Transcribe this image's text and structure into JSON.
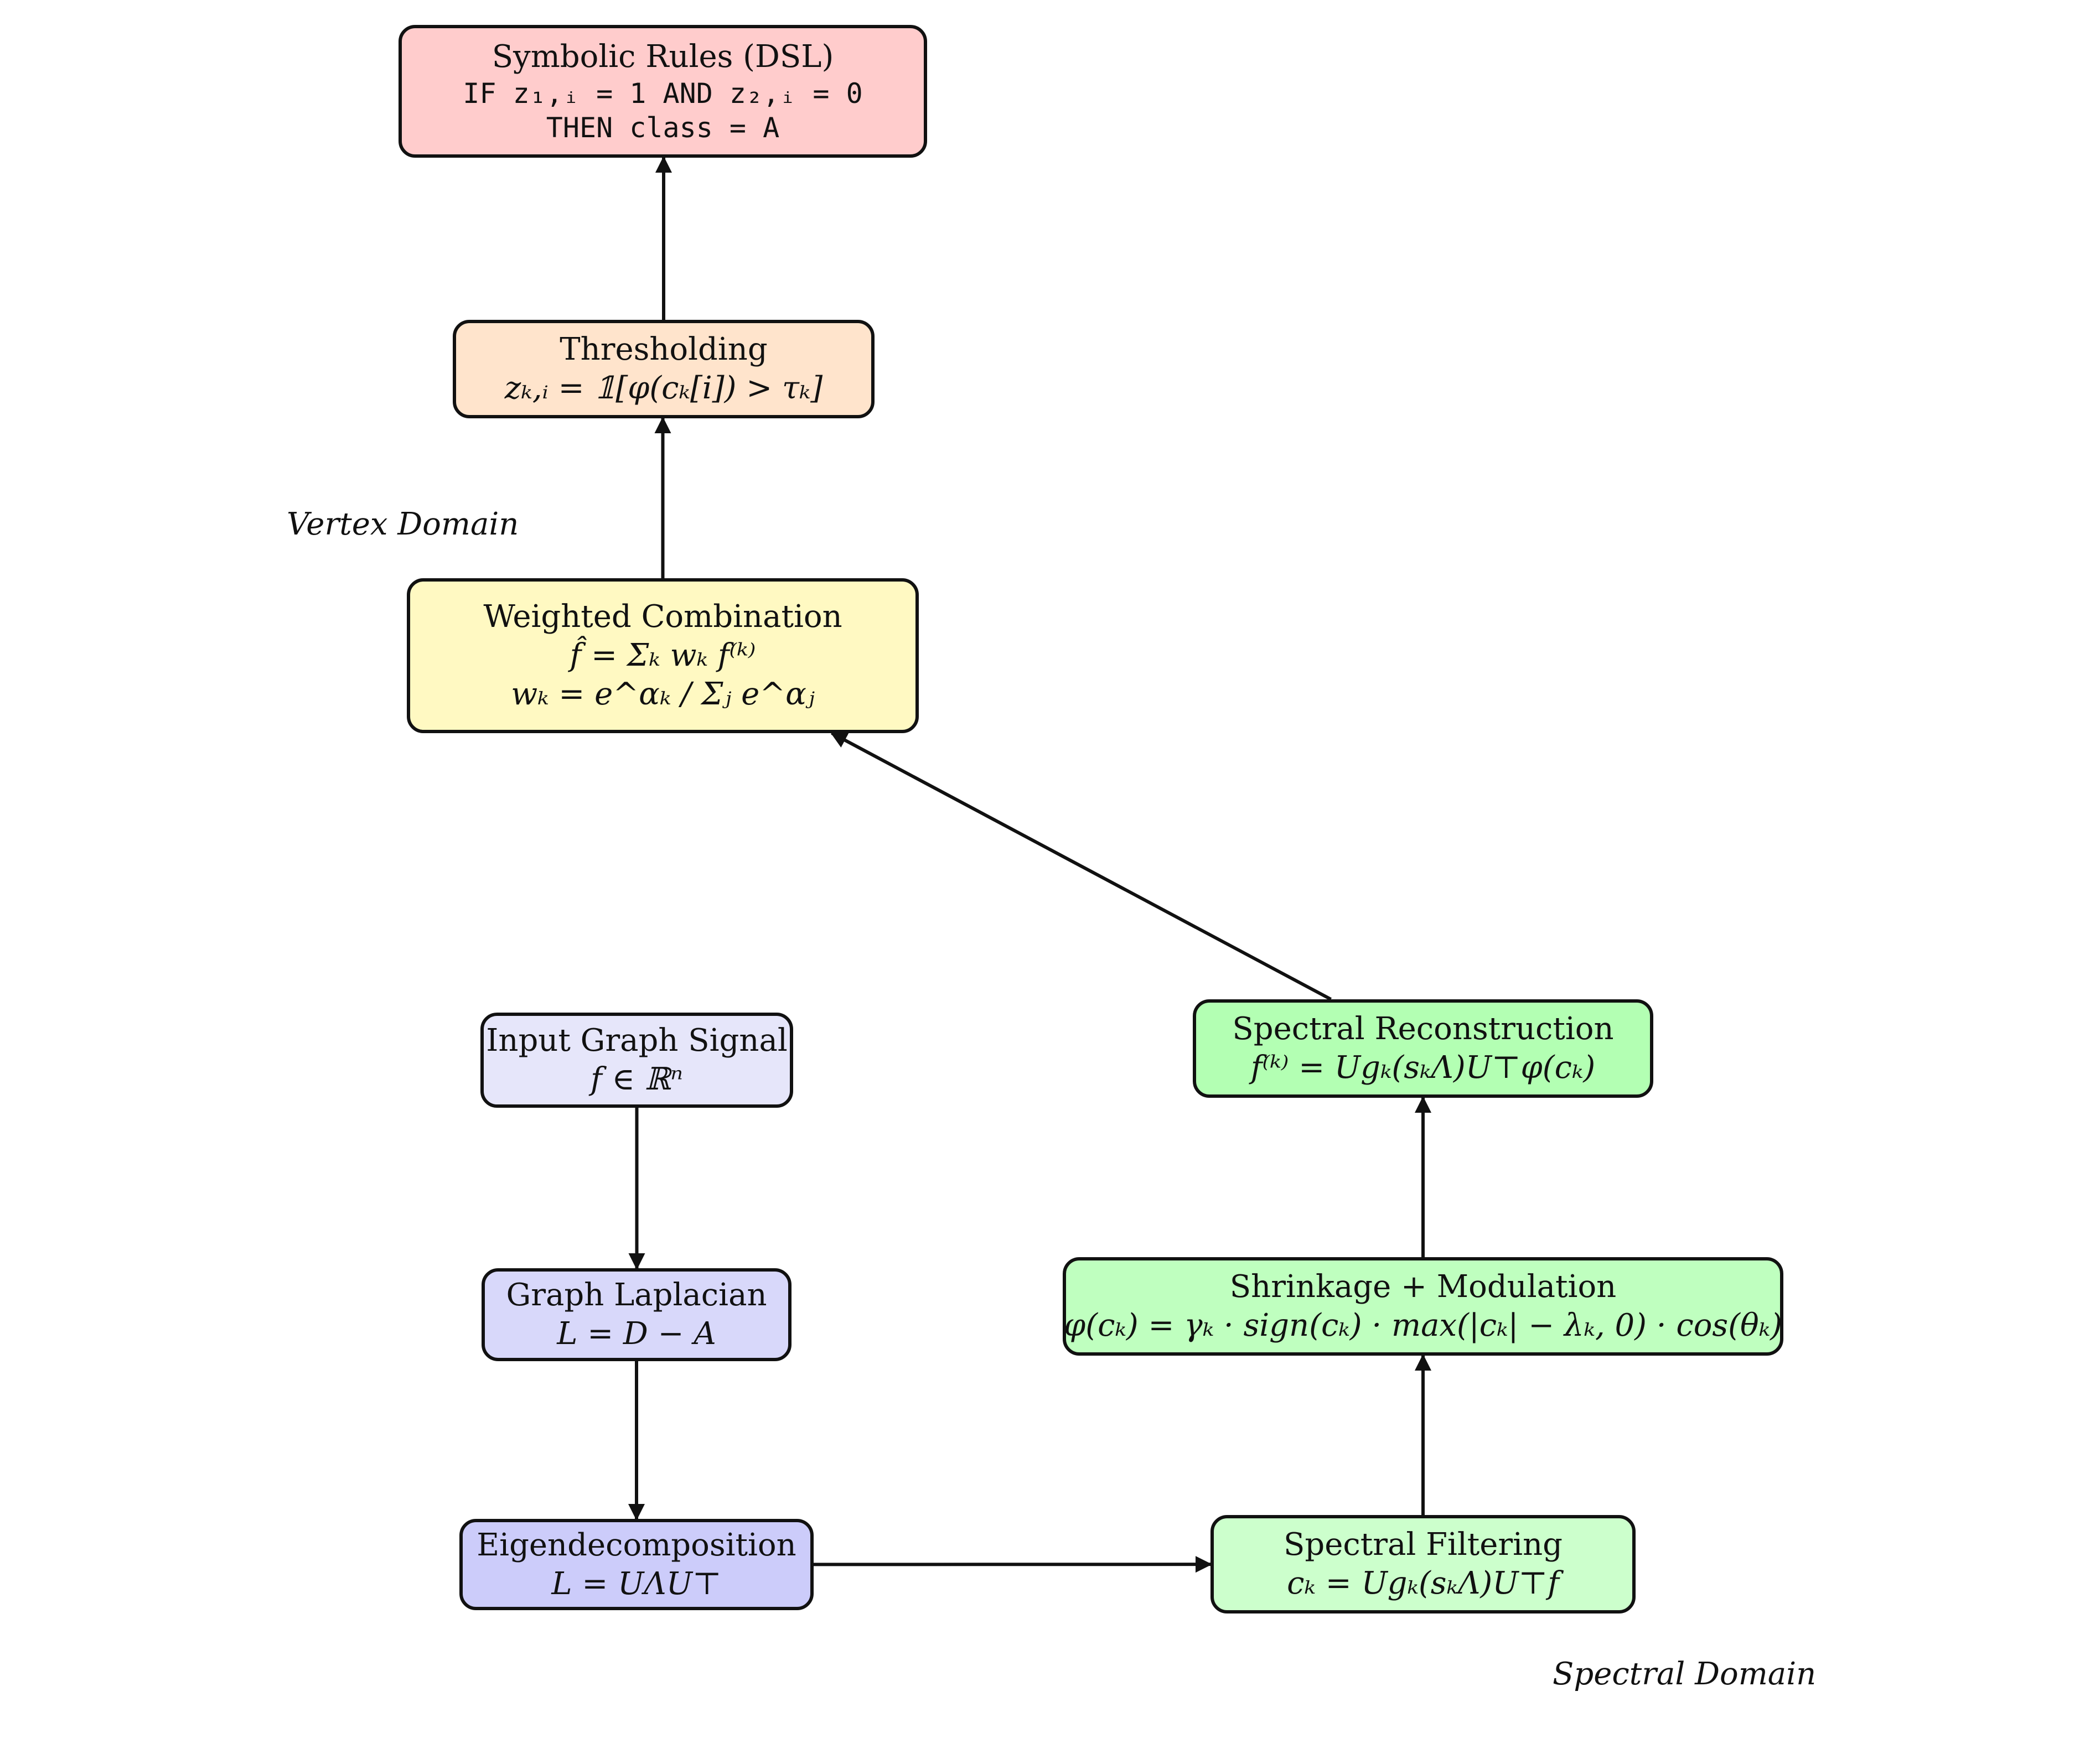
{
  "regions": {
    "vertex_label": "Vertex Domain",
    "spectral_label": "Spectral Domain"
  },
  "nodes": {
    "symbolic_rules": {
      "title": "Symbolic Rules (DSL)",
      "line1": "IF z₁,ᵢ = 1 AND z₂,ᵢ = 0",
      "line2": "THEN class = A",
      "color": "#FFCCCC"
    },
    "thresholding": {
      "title": "Thresholding",
      "formula": "zₖ,ᵢ = 𝟙[φ(cₖ[i]) > τₖ]",
      "color": "#FFE4CC"
    },
    "weighted_combination": {
      "title": "Weighted Combination",
      "formula1": "f̂ = Σₖ wₖ f⁽ᵏ⁾",
      "formula2": "wₖ = e^αₖ / Σⱼ e^αⱼ",
      "color": "#FFF9C2"
    },
    "input_signal": {
      "title": "Input Graph Signal",
      "formula": "f ∈ ℝⁿ",
      "color": "#E6E6FA"
    },
    "graph_laplacian": {
      "title": "Graph Laplacian",
      "formula": "L = D − A",
      "color": "#D8D8FA"
    },
    "eigendecomposition": {
      "title": "Eigendecomposition",
      "formula": "L = UΛU⊤",
      "color": "#CCCCFA"
    },
    "spectral_filtering": {
      "title": "Spectral Filtering",
      "formula": "cₖ = Ugₖ(sₖΛ)U⊤f",
      "color": "#CCFFCC"
    },
    "shrinkage_modulation": {
      "title": "Shrinkage + Modulation",
      "formula": "φ(cₖ) = γₖ · sign(cₖ) · max(|cₖ| − λₖ, 0) · cos(θₖ)",
      "color": "#BFFFBF"
    },
    "spectral_reconstruction": {
      "title": "Spectral Reconstruction",
      "formula": "f⁽ᵏ⁾ = Ugₖ(sₖΛ)U⊤φ(cₖ)",
      "color": "#B3FFB3"
    }
  },
  "edges": [
    {
      "from": "input_signal",
      "to": "graph_laplacian"
    },
    {
      "from": "graph_laplacian",
      "to": "eigendecomposition"
    },
    {
      "from": "eigendecomposition",
      "to": "spectral_filtering"
    },
    {
      "from": "spectral_filtering",
      "to": "shrinkage_modulation"
    },
    {
      "from": "shrinkage_modulation",
      "to": "spectral_reconstruction"
    },
    {
      "from": "spectral_reconstruction",
      "to": "weighted_combination"
    },
    {
      "from": "weighted_combination",
      "to": "thresholding"
    },
    {
      "from": "thresholding",
      "to": "symbolic_rules"
    }
  ]
}
